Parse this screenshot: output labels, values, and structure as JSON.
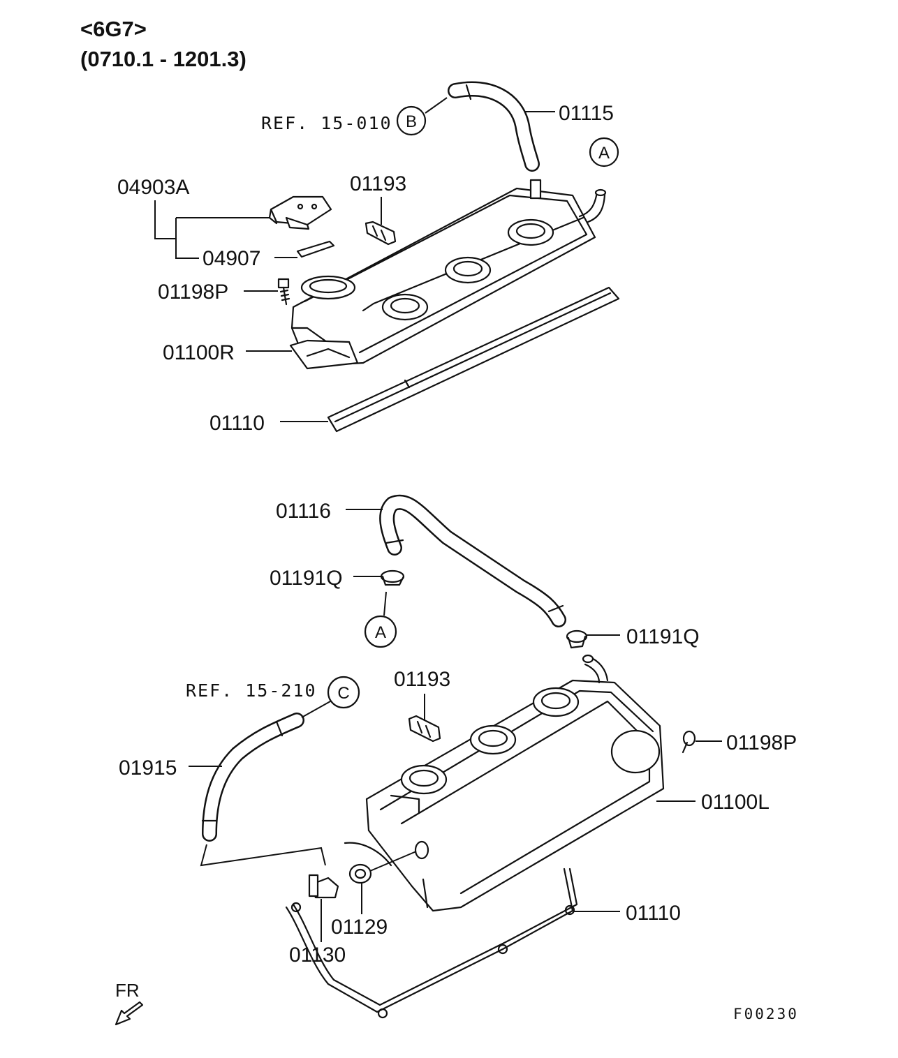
{
  "header": {
    "engine": "<6G7>",
    "period": "(0710.1 - 1201.3)"
  },
  "refs": {
    "top": "REF. 15-010",
    "bottom": "REF. 15-210"
  },
  "circles": {
    "b": "B",
    "a_top": "A",
    "a_bottom": "A",
    "c": "C"
  },
  "labels": {
    "p01115": "01115",
    "p04903a": "04903A",
    "p01193_top": "01193",
    "p04907": "04907",
    "p01198p_top": "01198P",
    "p01100r": "01100R",
    "p01110_top": "01110",
    "p01116": "01116",
    "p01191q_left": "01191Q",
    "p01191q_right": "01191Q",
    "p01193_bottom": "01193",
    "p01198p_bottom": "01198P",
    "p01915": "01915",
    "p01100l": "01100L",
    "p01129": "01129",
    "p01130": "01130",
    "p01110_bottom": "01110"
  },
  "footer": {
    "direction": "FR",
    "figure_code": "F00230"
  }
}
